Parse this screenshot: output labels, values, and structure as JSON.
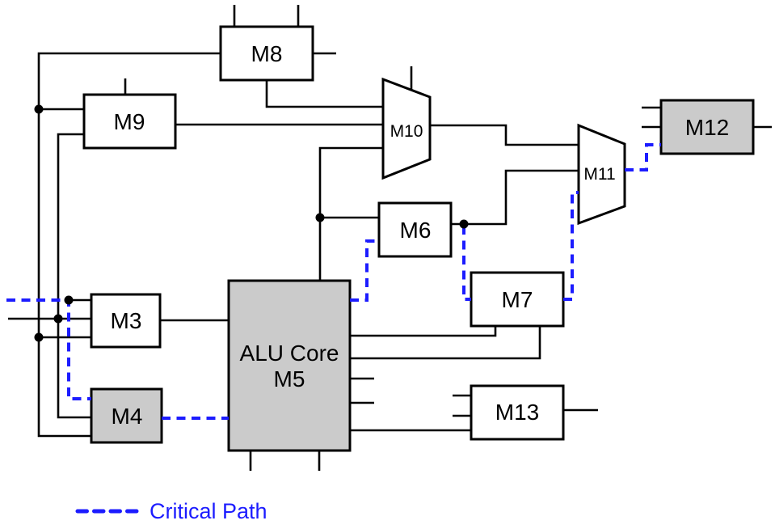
{
  "diagram": {
    "modules": {
      "m3": {
        "label": "M3"
      },
      "m4": {
        "label": "M4"
      },
      "m5": {
        "label_line1": "ALU Core",
        "label_line2": "M5"
      },
      "m6": {
        "label": "M6"
      },
      "m7": {
        "label": "M7"
      },
      "m8": {
        "label": "M8"
      },
      "m9": {
        "label": "M9"
      },
      "m12": {
        "label": "M12"
      },
      "m13": {
        "label": "M13"
      }
    },
    "muxes": {
      "m10": {
        "label": "M10"
      },
      "m11": {
        "label": "M11"
      }
    },
    "legend": {
      "label": "Critical Path"
    },
    "colors": {
      "critical_path": "#1c1cff",
      "module_fill_gray": "#cbcbcb",
      "module_fill_white": "#ffffff",
      "wire": "#000000"
    }
  }
}
